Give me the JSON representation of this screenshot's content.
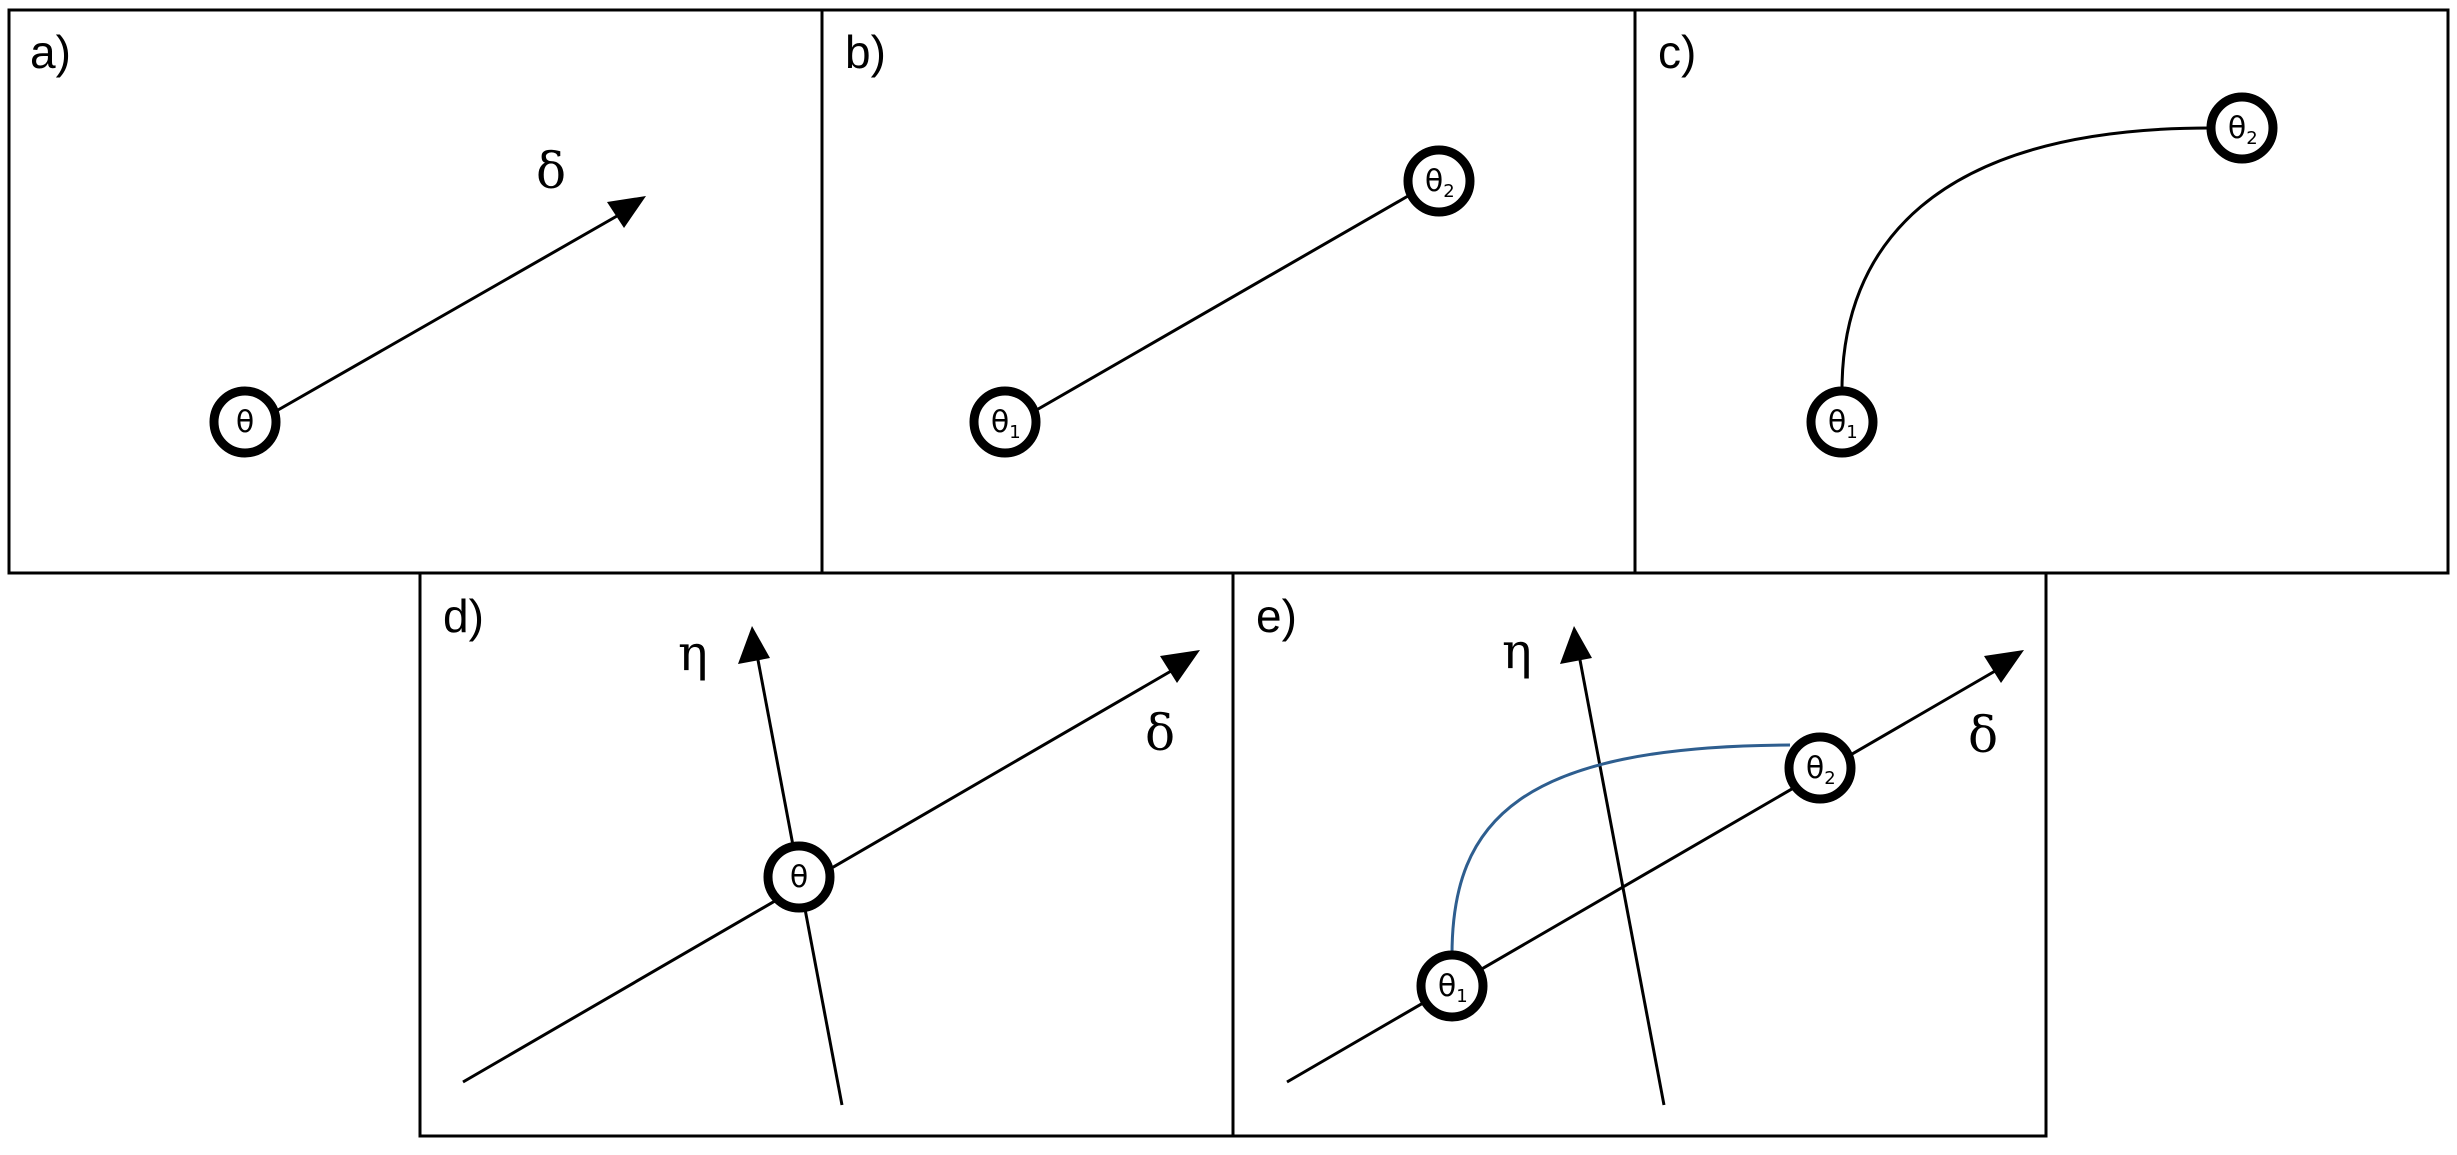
{
  "panels": {
    "a": {
      "label": "a)",
      "direction_label": "δ",
      "node": {
        "symbol": "θ",
        "subscript": ""
      }
    },
    "b": {
      "label": "b)",
      "node_1": {
        "symbol": "θ",
        "subscript": "1"
      },
      "node_2": {
        "symbol": "θ",
        "subscript": "2"
      }
    },
    "c": {
      "label": "c)",
      "node_1": {
        "symbol": "θ",
        "subscript": "1"
      },
      "node_2": {
        "symbol": "θ",
        "subscript": "2"
      }
    },
    "d": {
      "label": "d)",
      "delta_label": "δ",
      "eta_label": "η",
      "node": {
        "symbol": "θ",
        "subscript": ""
      }
    },
    "e": {
      "label": "e)",
      "delta_label": "δ",
      "eta_label": "η",
      "node_1": {
        "symbol": "θ",
        "subscript": "1"
      },
      "node_2": {
        "symbol": "θ",
        "subscript": "2"
      }
    }
  },
  "colors": {
    "line": "#000000",
    "curve_highlight": "#2e5e8f"
  }
}
